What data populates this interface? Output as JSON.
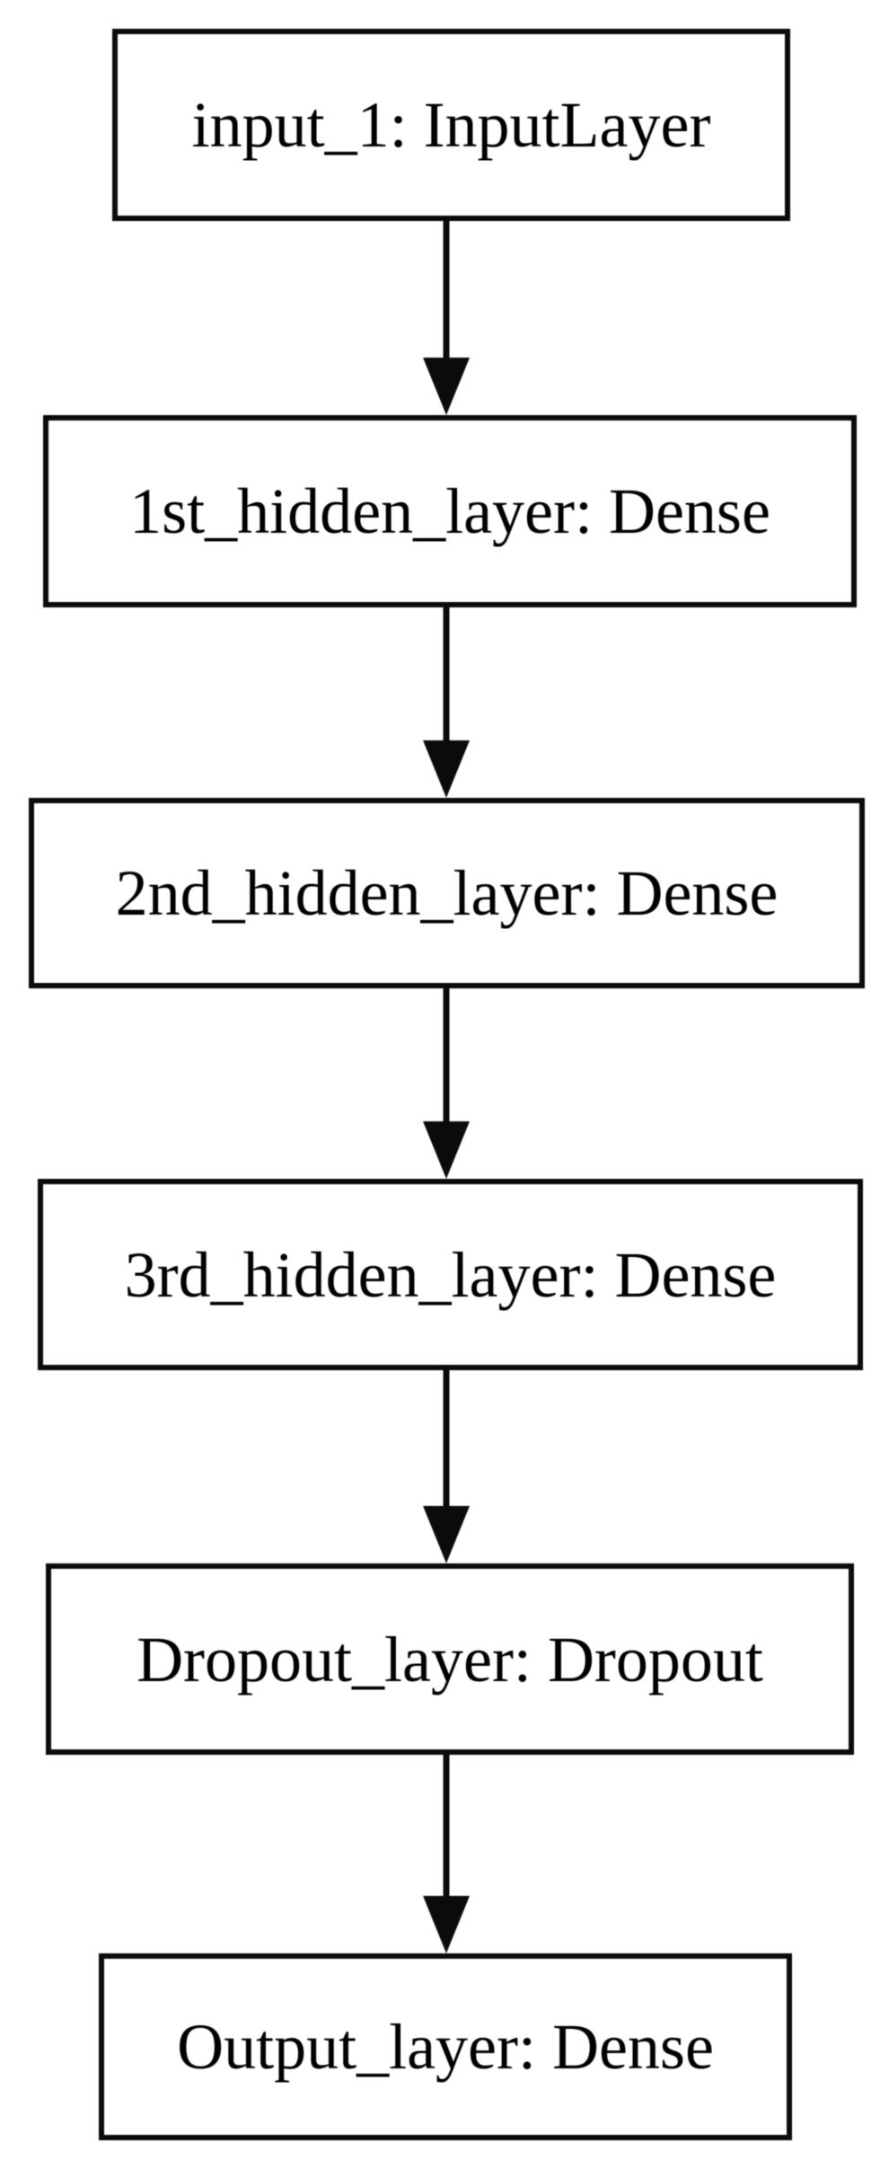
{
  "diagram": {
    "type": "flowchart",
    "direction": "top-to-bottom",
    "colors": {
      "background": "#ffffff",
      "node_fill": "#ffffff",
      "node_border": "#0b0b0b",
      "text": "#000000",
      "arrow": "#0b0b0b"
    },
    "nodes": [
      {
        "name": "input_1",
        "type": "InputLayer",
        "label": "input_1: InputLayer"
      },
      {
        "name": "1st_hidden_layer",
        "type": "Dense",
        "label": "1st_hidden_layer: Dense"
      },
      {
        "name": "2nd_hidden_layer",
        "type": "Dense",
        "label": "2nd_hidden_layer: Dense"
      },
      {
        "name": "3rd_hidden_layer",
        "type": "Dense",
        "label": "3rd_hidden_layer: Dense"
      },
      {
        "name": "Dropout_layer",
        "type": "Dropout",
        "label": "Dropout_layer: Dropout"
      },
      {
        "name": "Output_layer",
        "type": "Dense",
        "label": "Output_layer: Dense"
      }
    ],
    "edges": [
      {
        "from": "input_1",
        "to": "1st_hidden_layer"
      },
      {
        "from": "1st_hidden_layer",
        "to": "2nd_hidden_layer"
      },
      {
        "from": "2nd_hidden_layer",
        "to": "3rd_hidden_layer"
      },
      {
        "from": "3rd_hidden_layer",
        "to": "Dropout_layer"
      },
      {
        "from": "Dropout_layer",
        "to": "Output_layer"
      }
    ]
  }
}
